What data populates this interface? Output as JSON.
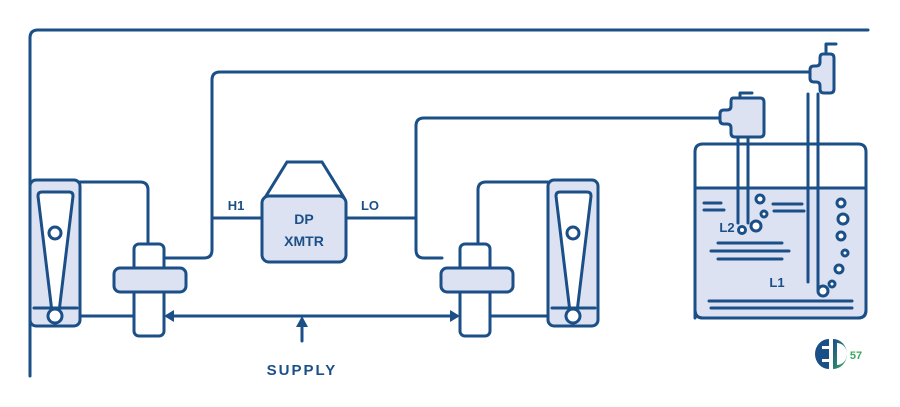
{
  "diagram": {
    "title": "Bubbler level measurement with DP transmitter",
    "transmitter": {
      "line1": "DP",
      "line2": "XMTR"
    },
    "high_side_label": "H1",
    "low_side_label": "LO",
    "supply_label": "SUPPLY",
    "tank_levels": {
      "upper": "L2",
      "lower": "L1"
    },
    "logo": {
      "letter": "E",
      "number": "57"
    },
    "colors": {
      "line": "#1b4f87",
      "fill": "#dde2f3",
      "logo_blue": "#1b4f87",
      "logo_green": "#3aaa5c"
    }
  }
}
